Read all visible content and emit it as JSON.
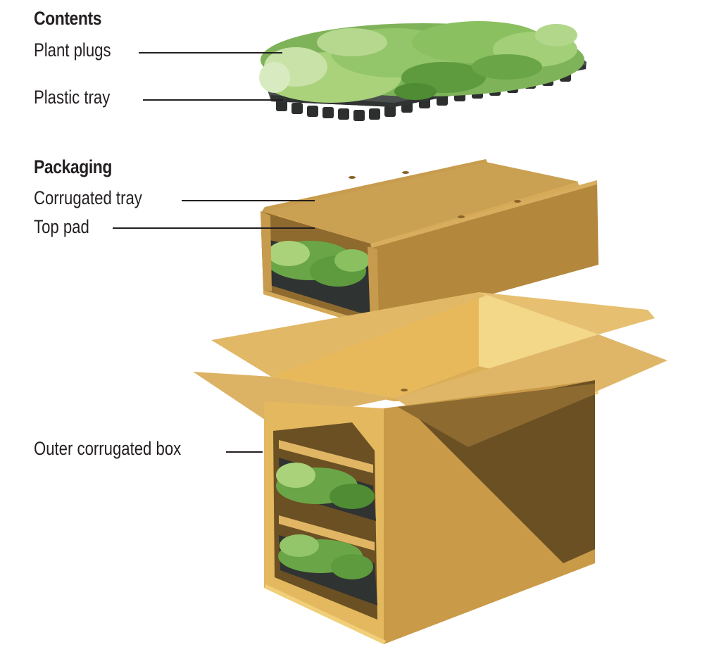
{
  "sections": {
    "contents": {
      "heading": "Contents",
      "labels": [
        "Plant plugs",
        "Plastic tray"
      ]
    },
    "packaging": {
      "heading": "Packaging",
      "labels": [
        "Corrugated tray",
        "Top pad",
        "Outer corrugated box"
      ]
    }
  },
  "colors": {
    "text": "#231f20",
    "cardboard_light": "#e3b85e",
    "cardboard_mid": "#d1a250",
    "cardboard_dark": "#9c7434",
    "cardboard_shadow": "#6b5024",
    "box_inside": "#f0cf78",
    "plastic_tray": "#4a4f4e",
    "leaf_light": "#a9d27a",
    "leaf_dark": "#4f8c33"
  }
}
